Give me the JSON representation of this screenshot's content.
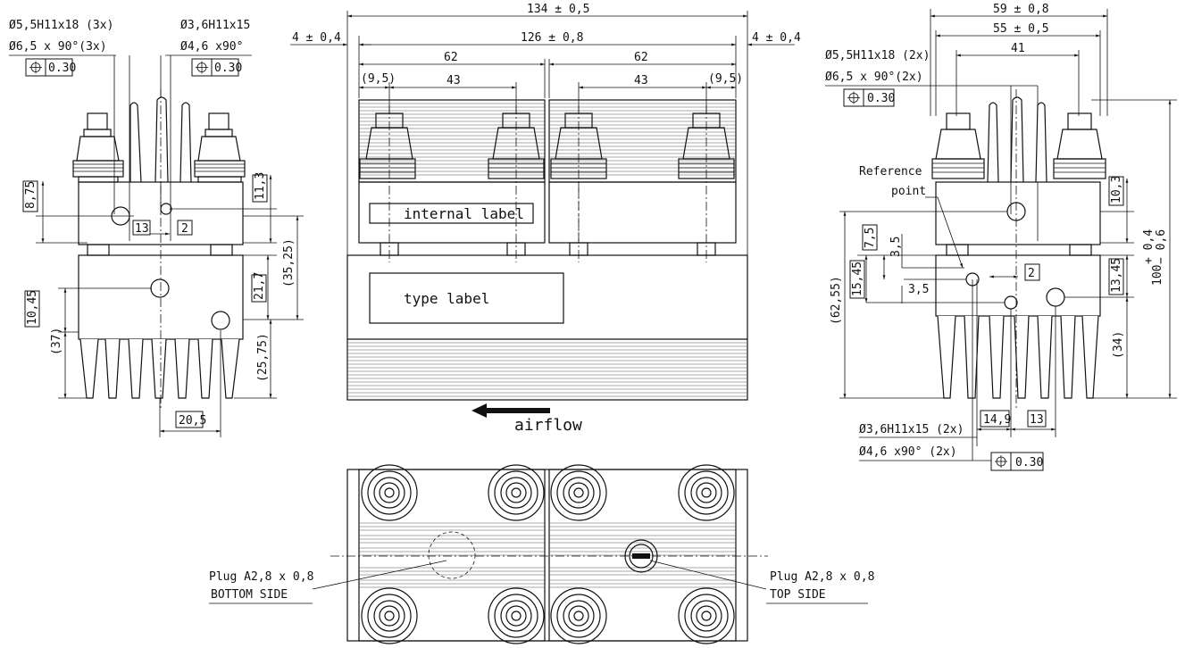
{
  "left_view": {
    "callout_hole_large": [
      "Ø5,5H11x18 (3x)",
      "Ø6,5 x 90°(3x)"
    ],
    "callout_hole_small": [
      "Ø3,6H11x15",
      "Ø4,6 x90°"
    ],
    "tolerance_large": "0.30",
    "tolerance_small": "0.30",
    "dims": {
      "d_8_75": "8,75",
      "d_11_3": "11,3",
      "d_13": "13",
      "d_2": "2",
      "d_35_25": "(35,25)",
      "d_10_45": "10,45",
      "d_21_7": "21,7",
      "d_37": "(37)",
      "d_25_75": "(25,75)",
      "d_20_5": "20,5"
    }
  },
  "front_view": {
    "dims": {
      "overall": "134 ± 0,5",
      "inner": "126 ± 0,8",
      "left_margin": "4 ± 0,4",
      "right_margin": "4 ± 0,4",
      "half_left": "62",
      "half_right": "62",
      "offset_left": "(9,5)",
      "offset_right": "(9,5)",
      "pitch_left": "43",
      "pitch_right": "43"
    },
    "internal_label": "internal label",
    "type_label": "type label",
    "airflow": "airflow"
  },
  "right_view": {
    "callout_hole_large": [
      "Ø5,5H11x18 (2x)",
      "Ø6,5 x 90°(2x)"
    ],
    "tolerance_large": "0.30",
    "reference_point": [
      "Reference",
      "point"
    ],
    "callout_hole_small": [
      "Ø3,6H11x15 (2x)",
      "Ø4,6 x90° (2x)"
    ],
    "tolerance_small": "0.30",
    "dims": {
      "w59": "59 ± 0,8",
      "w55": "55 ± 0,5",
      "w41": "41",
      "d_10_3": "10,3",
      "d_7_5": "7,5",
      "d_3_5a": "3,5",
      "d_3_5b": "3,5",
      "d_2": "2",
      "d_15_45": "15,45",
      "d_13_45": "13,45",
      "d_62_55": "(62,55)",
      "d_34": "(34)",
      "d_14_9": "14,9",
      "d_13": "13",
      "height_nom": "100",
      "height_tol_plus": "+ 0,4",
      "height_tol_minus": "− 0,6"
    }
  },
  "bottom_view": {
    "plug_bottom": [
      "Plug A2,8 x 0,8",
      "BOTTOM SIDE"
    ],
    "plug_top": [
      "Plug A2,8 x 0,8",
      "TOP SIDE"
    ]
  }
}
